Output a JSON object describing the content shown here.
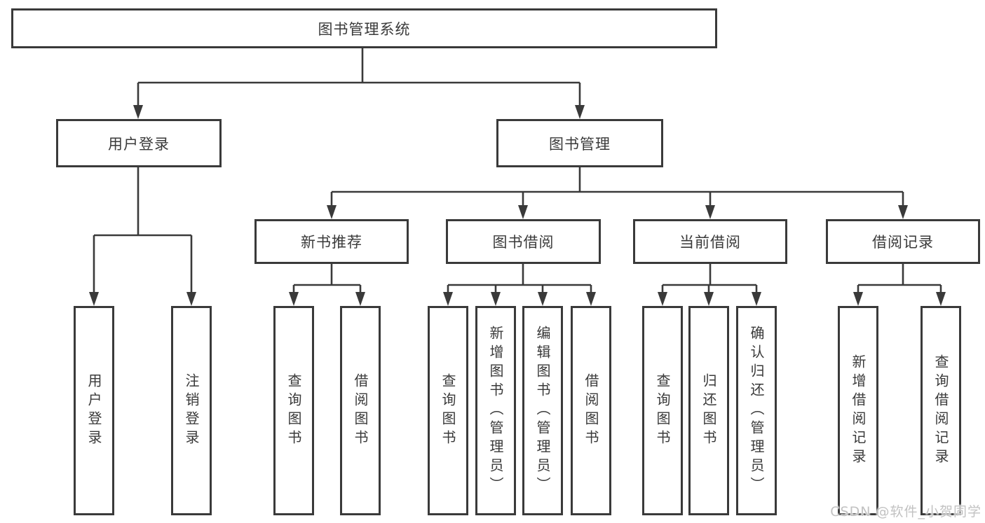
{
  "tree": {
    "label": "图书管理系统",
    "children": [
      {
        "label": "用户登录",
        "children": [
          {
            "label": "用户登录"
          },
          {
            "label": "注销登录"
          }
        ]
      },
      {
        "label": "图书管理",
        "children": [
          {
            "label": "新书推荐",
            "children": [
              {
                "label": "查询图书"
              },
              {
                "label": "借阅图书"
              }
            ]
          },
          {
            "label": "图书借阅",
            "children": [
              {
                "label": "查询图书"
              },
              {
                "label": "新增图书（管理员）"
              },
              {
                "label": "编辑图书（管理员）"
              },
              {
                "label": "借阅图书"
              }
            ]
          },
          {
            "label": "当前借阅",
            "children": [
              {
                "label": "查询图书"
              },
              {
                "label": "归还图书"
              },
              {
                "label": "确认归还（管理员）"
              }
            ]
          },
          {
            "label": "借阅记录",
            "children": [
              {
                "label": "新增借阅记录"
              },
              {
                "label": "查询借阅记录"
              }
            ]
          }
        ]
      }
    ]
  },
  "watermark": {
    "text": "CSDN @软件_小贺同学"
  },
  "colors": {
    "line": "#3a3a3a",
    "box_border": "#3a3a3a",
    "text": "#3a3a3a",
    "watermark": "#c2c2c2",
    "background": "#ffffff"
  }
}
